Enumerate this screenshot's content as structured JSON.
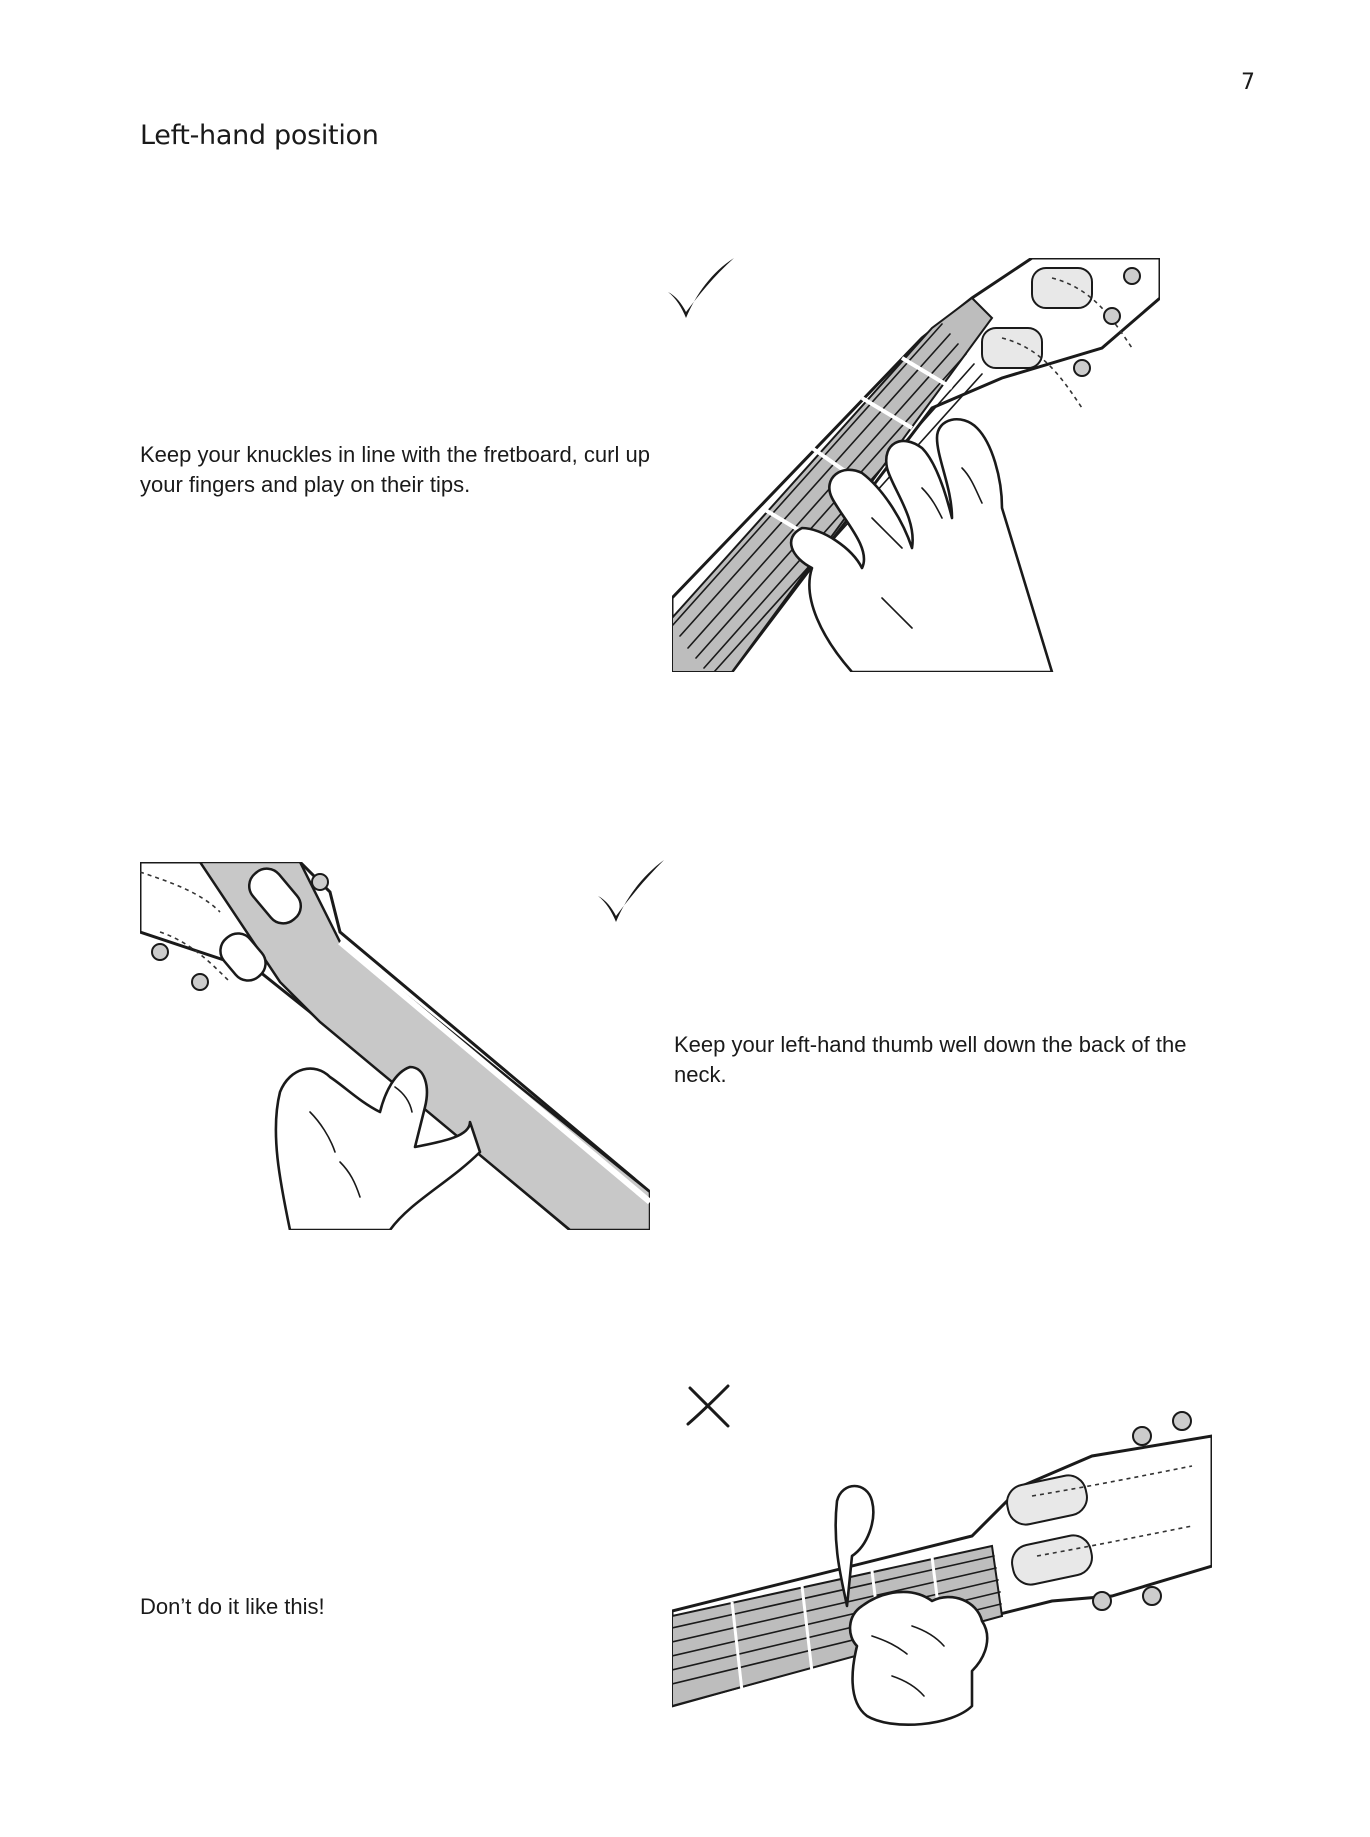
{
  "page": {
    "number": "7",
    "title": "Left-hand position"
  },
  "sections": [
    {
      "caption": "Keep your knuckles in line with the fretboard, curl up your fingers and play on their tips.",
      "mark": "check-mark-icon"
    },
    {
      "caption": "Keep your left-hand thumb well down the back of the neck.",
      "mark": "check-mark-icon"
    },
    {
      "caption": "Don’t do it like this!",
      "mark": "cross-mark-icon"
    }
  ],
  "colors": {
    "ink": "#1a1a1a",
    "fretboard": "#bdbdbd",
    "neck_back": "#c8c8c8",
    "paper": "#ffffff"
  }
}
